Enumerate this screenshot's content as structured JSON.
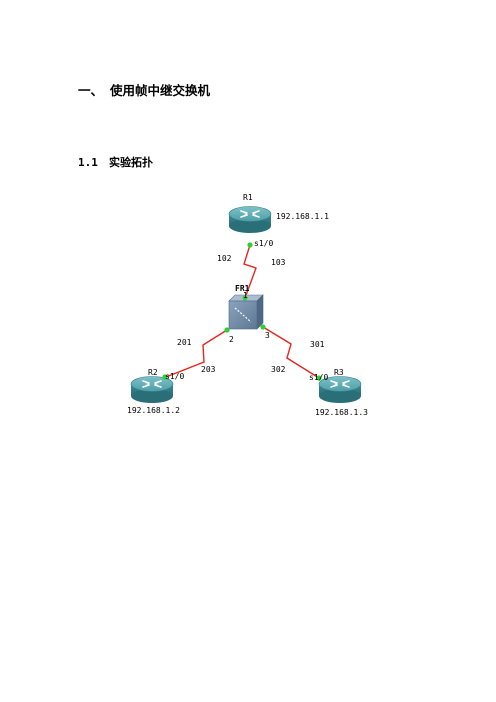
{
  "heading1": {
    "number": "一、",
    "title": "使用帧中继交换机"
  },
  "heading2": {
    "number": "1.1",
    "title": "实验拓扑"
  },
  "topology": {
    "r1": {
      "name": "R1",
      "ip": "192.168.1.1",
      "port": "s1/0"
    },
    "r2": {
      "name": "R2",
      "ip": "192.168.1.2",
      "port": "s1/0"
    },
    "r3": {
      "name": "R3",
      "ip": "192.168.1.3",
      "port": "s1/0"
    },
    "switch": {
      "name": "FR1",
      "port1": "1",
      "port2": "2",
      "port3": "3"
    },
    "dlci": {
      "r1_r2": "102",
      "r1_r3": "103",
      "r2_r1": "201",
      "r2_r3": "203",
      "r3_r1": "301",
      "r3_r2": "302"
    },
    "colors": {
      "link": "#e8251e",
      "port_dot": "#2ed12e",
      "router": "#3e8d97",
      "switch": "#6f88a6"
    }
  }
}
